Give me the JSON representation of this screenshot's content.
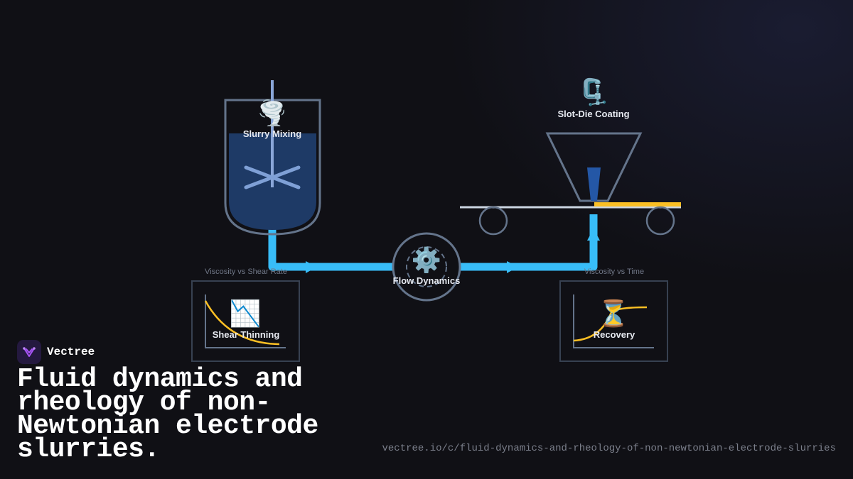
{
  "brand": {
    "name": "Vectree"
  },
  "title": "Fluid dynamics and rheology of non-Newtonian electrode slurries.",
  "url": "vectree.io/c/fluid-dynamics-and-rheology-of-non-newtonian-electrode-slurries",
  "nodes": {
    "mixing": {
      "label": "Slurry Mixing",
      "icon": "🌪️"
    },
    "flow": {
      "label": "Flow Dynamics",
      "icon": "⚙️"
    },
    "coating": {
      "label": "Slot-Die Coating",
      "icon": "🗜️"
    },
    "thinning": {
      "label": "Shear Thinning",
      "icon": "📉",
      "caption": "Viscosity vs Shear Rate"
    },
    "recovery": {
      "label": "Recovery",
      "icon": "⏳",
      "caption": "Viscosity vs Time"
    }
  },
  "colors": {
    "pipe": "#38bdf8",
    "tank_fill": "#1e3a66",
    "outline": "#64748b",
    "curve": "#fbbf24",
    "accent": "#a855f7"
  }
}
